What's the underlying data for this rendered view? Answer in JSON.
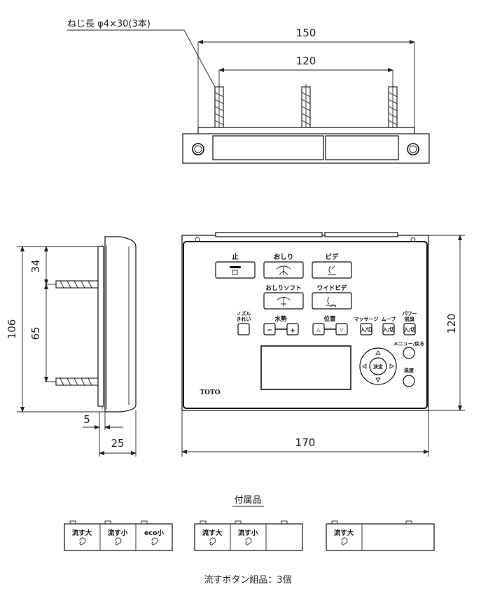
{
  "top_view": {
    "screw_note": "ねじ長 φ4×30(3本)",
    "width_outer": "150",
    "width_inner": "120"
  },
  "side_view": {
    "height_total": "106",
    "offset_top": "34",
    "spacing": "65",
    "depth_min": "5",
    "depth": "25"
  },
  "front_view": {
    "width": "170",
    "height": "120",
    "brand": "TOTO",
    "buttons": {
      "stop": "止",
      "oshiri": "おしり",
      "bidet": "ビデ",
      "oshiri_soft": "おしりソフト",
      "wide_bidet": "ワイドビデ",
      "nozzle_1": "ノズル",
      "nozzle_2": "きれい",
      "water_pressure": "水勢",
      "position": "位置",
      "massage": "マッサージ",
      "move": "ムーブ",
      "power_1": "パワー",
      "power_2": "脱臭",
      "onoff_1": "入/切",
      "onoff_2": "入/切",
      "onoff_3": "入/切",
      "menu": "メニュー/戻る",
      "temperature": "温度",
      "confirm": "決定",
      "minus": "−",
      "plus": "+",
      "pos_left": "△",
      "pos_right": "▽"
    }
  },
  "accessories": {
    "title": "付属品",
    "set1": [
      "流す大",
      "流す小",
      "eco小"
    ],
    "set2": [
      "流す大",
      "流す小"
    ],
    "set3": [
      "流す大"
    ],
    "caption": "流すボタン組品：3個"
  }
}
